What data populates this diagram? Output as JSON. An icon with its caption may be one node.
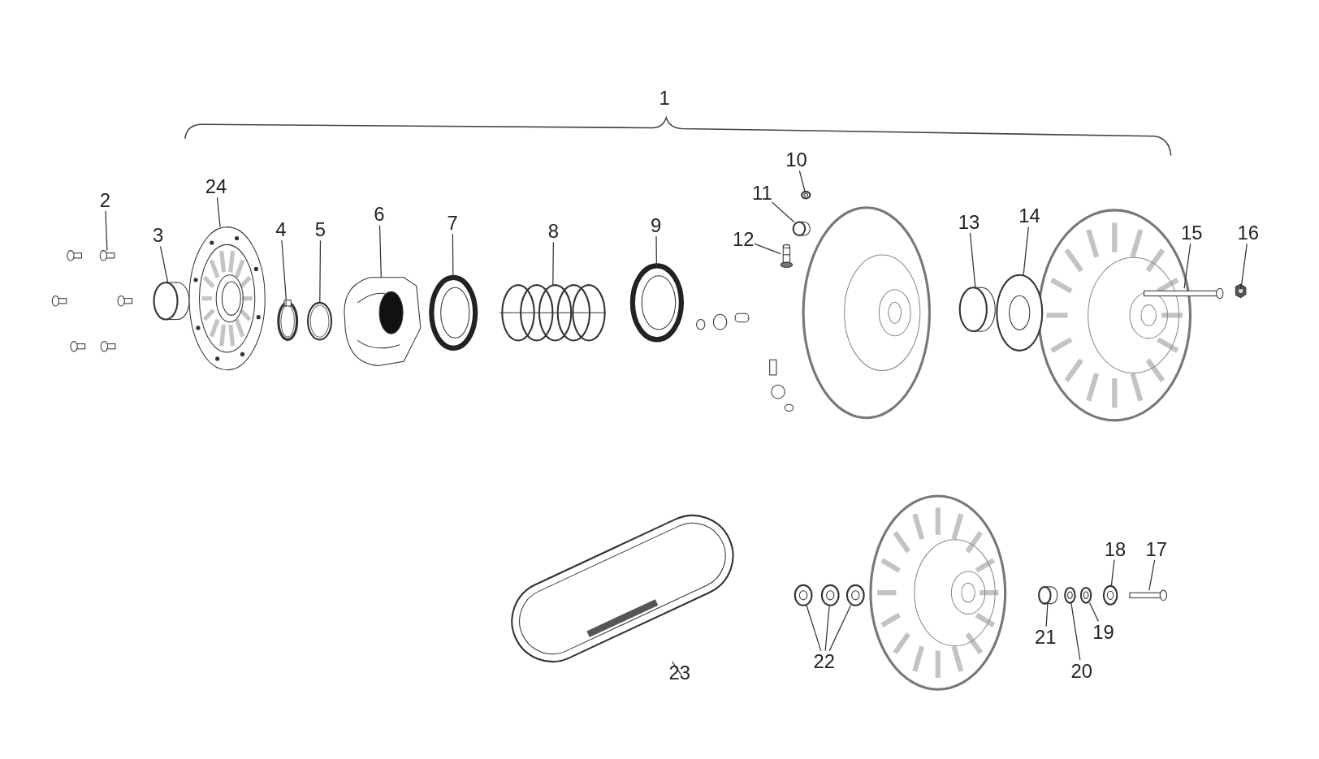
{
  "diagram": {
    "nodes": [
      {
        "text": [
          "2"
        ]
      },
      {
        "text": [],
        "shape": "picture"
      },
      {
        "text": [
          "3"
        ]
      },
      {
        "text": [],
        "shape": "picture"
      },
      {
        "text": [
          "24"
        ]
      },
      {
        "text": [],
        "shape": "picture"
      },
      {
        "text": [
          "4"
        ]
      },
      {
        "text": [],
        "shape": "picture"
      },
      {
        "text": [
          "5"
        ]
      },
      {
        "text": [],
        "shape": "picture"
      },
      {
        "text": [
          "6"
        ]
      },
      {
        "text": [],
        "shape": "picture"
      },
      {
        "text": [
          "7"
        ]
      },
      {
        "text": [],
        "shape": "picture"
      },
      {
        "text": [
          "8"
        ]
      },
      {
        "text": [],
        "shape": "picture"
      },
      {
        "text": [
          "9"
        ]
      },
      {
        "text": [],
        "shape": "picture"
      },
      {
        "text": [
          "12"
        ]
      },
      {
        "text": [],
        "shape": "picture"
      },
      {
        "text": [
          "11"
        ]
      },
      {
        "text": [],
        "shape": "picture"
      },
      {
        "text": [
          "10"
        ]
      },
      {
        "text": [],
        "shape": "picture"
      },
      {
        "text": [
          "13"
        ]
      },
      {
        "text": [],
        "shape": "picture"
      },
      {
        "text": [
          "14"
        ]
      },
      {
        "text": [],
        "shape": "picture"
      },
      {
        "text": [
          "15"
        ]
      },
      {
        "text": [],
        "shape": "picture"
      },
      {
        "text": [
          "16"
        ]
      },
      {
        "text": [],
        "shape": "picture"
      },
      {
        "text": [
          "23"
        ]
      },
      {
        "text": [],
        "shape": "picture"
      },
      {
        "text": [
          "22"
        ]
      },
      {
        "text": [],
        "shape": "picture"
      },
      {
        "text": [],
        "shape": "picture"
      },
      {
        "text": [],
        "shape": "picture"
      },
      {
        "text": [
          "21"
        ]
      },
      {
        "text": [],
        "shape": "picture"
      },
      {
        "text": [
          "20"
        ]
      },
      {
        "text": [],
        "shape": "picture"
      },
      {
        "text": [
          "19"
        ]
      },
      {
        "text": [],
        "shape": "picture"
      },
      {
        "text": [
          "18"
        ]
      },
      {
        "text": [],
        "shape": "picture"
      },
      {
        "text": [
          "17"
        ]
      },
      {
        "text": [],
        "shape": "picture"
      }
    ],
    "edges": [
      {
        "from": 0,
        "to": 1,
        "arrow": "none"
      },
      {
        "from": 2,
        "to": 3,
        "arrow": "none"
      },
      {
        "from": 4,
        "to": 5,
        "arrow": "none"
      },
      {
        "from": 6,
        "to": 7,
        "arrow": "none"
      },
      {
        "from": 8,
        "to": 9,
        "arrow": "none"
      },
      {
        "from": 10,
        "to": 11,
        "arrow": "none"
      },
      {
        "from": 12,
        "to": 13,
        "arrow": "none"
      },
      {
        "from": 14,
        "to": 15,
        "arrow": "none"
      },
      {
        "from": 16,
        "to": 17,
        "arrow": "none"
      },
      {
        "from": 18,
        "to": 19,
        "arrow": "none"
      },
      {
        "from": 20,
        "to": 21,
        "arrow": "none"
      },
      {
        "from": 22,
        "to": 23,
        "arrow": "none"
      },
      {
        "from": 24,
        "to": 25,
        "arrow": "none"
      },
      {
        "from": 26,
        "to": 27,
        "arrow": "none"
      },
      {
        "from": 28,
        "to": 29,
        "arrow": "none"
      },
      {
        "from": 30,
        "to": 31,
        "arrow": "none"
      },
      {
        "from": 32,
        "to": 33,
        "arrow": "none"
      },
      {
        "from": 34,
        "to": 35,
        "arrow": "none"
      },
      {
        "from": 34,
        "to": 36,
        "arrow": "none"
      },
      {
        "from": 34,
        "to": 37,
        "arrow": "none"
      },
      {
        "from": 38,
        "to": 39,
        "arrow": "none"
      },
      {
        "from": 40,
        "to": 41,
        "arrow": "none"
      },
      {
        "from": 42,
        "to": 43,
        "arrow": "none"
      },
      {
        "from": 44,
        "to": 45,
        "arrow": "none"
      },
      {
        "from": 46,
        "to": 47,
        "arrow": "none"
      }
    ],
    "labels": [
      "1"
    ]
  }
}
